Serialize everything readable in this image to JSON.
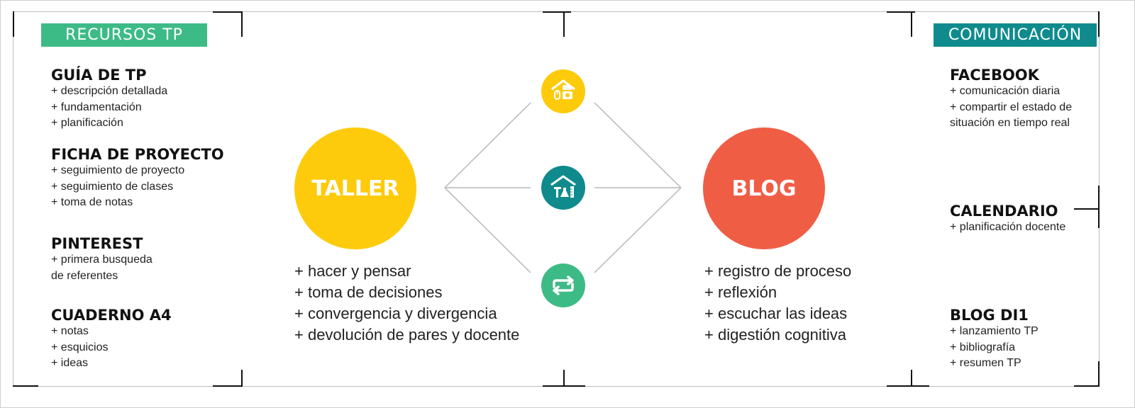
{
  "left": {
    "header": "RECURSOS TP",
    "blocks": [
      {
        "title": "GUÍA DE TP",
        "items": [
          "+ descripción detallada",
          "+ fundamentación",
          "+ planificación"
        ]
      },
      {
        "title": "FICHA DE PROYECTO",
        "items": [
          "+ seguimiento de proyecto",
          "+ seguimiento de clases",
          "+ toma de notas"
        ]
      },
      {
        "title": "PINTEREST",
        "items": [
          "+ primera busqueda",
          "de referentes"
        ]
      },
      {
        "title": "CUADERNO A4",
        "items": [
          "+ notas",
          "+ esquicios",
          "+ ideas"
        ]
      }
    ]
  },
  "right": {
    "header": "COMUNICACIÓN",
    "blocks": [
      {
        "title": "FACEBOOK",
        "items": [
          "+ comunicación diaria",
          "+ compartir el estado de",
          "situación en tiempo real"
        ]
      },
      {
        "title": "CALENDARIO",
        "items": [
          "+ planificación docente"
        ]
      },
      {
        "title": "BLOG DI1",
        "items": [
          "+ lanzamiento TP",
          "+ bibliografía",
          "+ resumen TP"
        ]
      }
    ]
  },
  "taller": {
    "label": "TALLER",
    "items": [
      "+ hacer y pensar",
      "+ toma de decisiones",
      "+ convergencia y divergencia",
      "+ devolución de pares y docente"
    ]
  },
  "blog": {
    "label": "BLOG",
    "items": [
      "+ registro de proceso",
      "+ reflexión",
      "+ escuchar las ideas",
      "+ digestión cognitiva"
    ]
  },
  "icons": [
    "home-office-icon",
    "workshop-tools-icon",
    "exchange-arrows-icon"
  ],
  "colors": {
    "left_header": "#3dbb86",
    "right_header": "#0f8b8d",
    "taller": "#fdcb0b",
    "blog": "#f05d45",
    "icon_top": "#fdcb0b",
    "icon_mid": "#0f8b8d",
    "icon_bottom": "#3dbb86"
  }
}
